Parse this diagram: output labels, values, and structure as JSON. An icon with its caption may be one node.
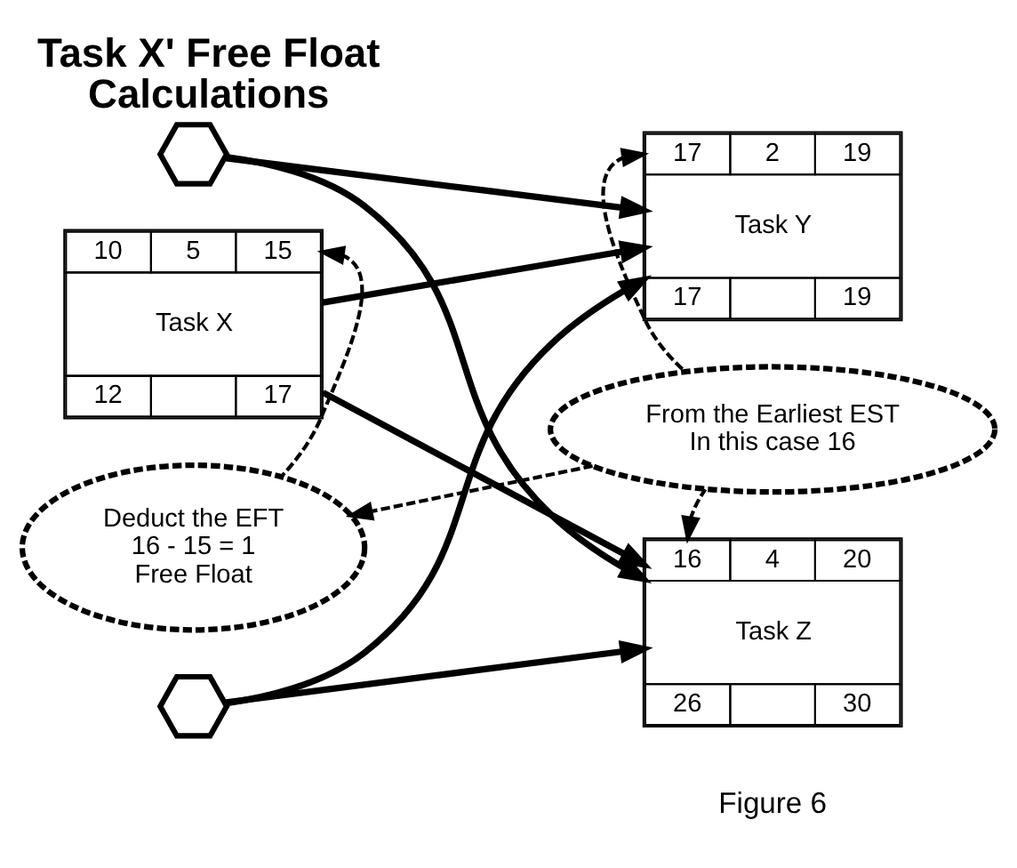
{
  "diagram": {
    "title": "Task X' Free Float Calculations",
    "caption": "Figure 6",
    "nodes": [
      {
        "text": [],
        "shape": "hexagon"
      },
      {
        "text": [
          "17",
          "2",
          "19",
          "Task Y",
          "17",
          "19"
        ]
      },
      {
        "text": [
          "10",
          "5",
          "15",
          "Task X",
          "12",
          "17"
        ]
      },
      {
        "text": [
          "From the Earliest EST In this case 16"
        ]
      },
      {
        "text": [
          "Deduct the EFT 16 - 15 = 1 Free Float"
        ]
      },
      {
        "text": [
          "16",
          "4",
          "20",
          "Task Z",
          "26",
          "30"
        ]
      },
      {
        "text": [],
        "shape": "hexagon"
      }
    ],
    "edges": [
      {
        "from": 0,
        "to": 1,
        "arrow": "to"
      },
      {
        "from": 0,
        "to": 5,
        "arrow": "to"
      },
      {
        "from": 2,
        "to": 1,
        "arrow": "to"
      },
      {
        "from": 2,
        "to": 5,
        "arrow": "to"
      },
      {
        "from": 6,
        "to": 1,
        "arrow": "to"
      },
      {
        "from": 6,
        "to": 5,
        "arrow": "to"
      },
      {
        "from": 4,
        "to": 2,
        "arrow": "to",
        "style": "dashed"
      },
      {
        "from": 3,
        "to": 1,
        "arrow": "to",
        "style": "dashed"
      },
      {
        "from": 3,
        "to": 4,
        "arrow": "to",
        "style": "dashed"
      },
      {
        "from": 3,
        "to": 5,
        "arrow": "to",
        "style": "dashed"
      }
    ]
  }
}
